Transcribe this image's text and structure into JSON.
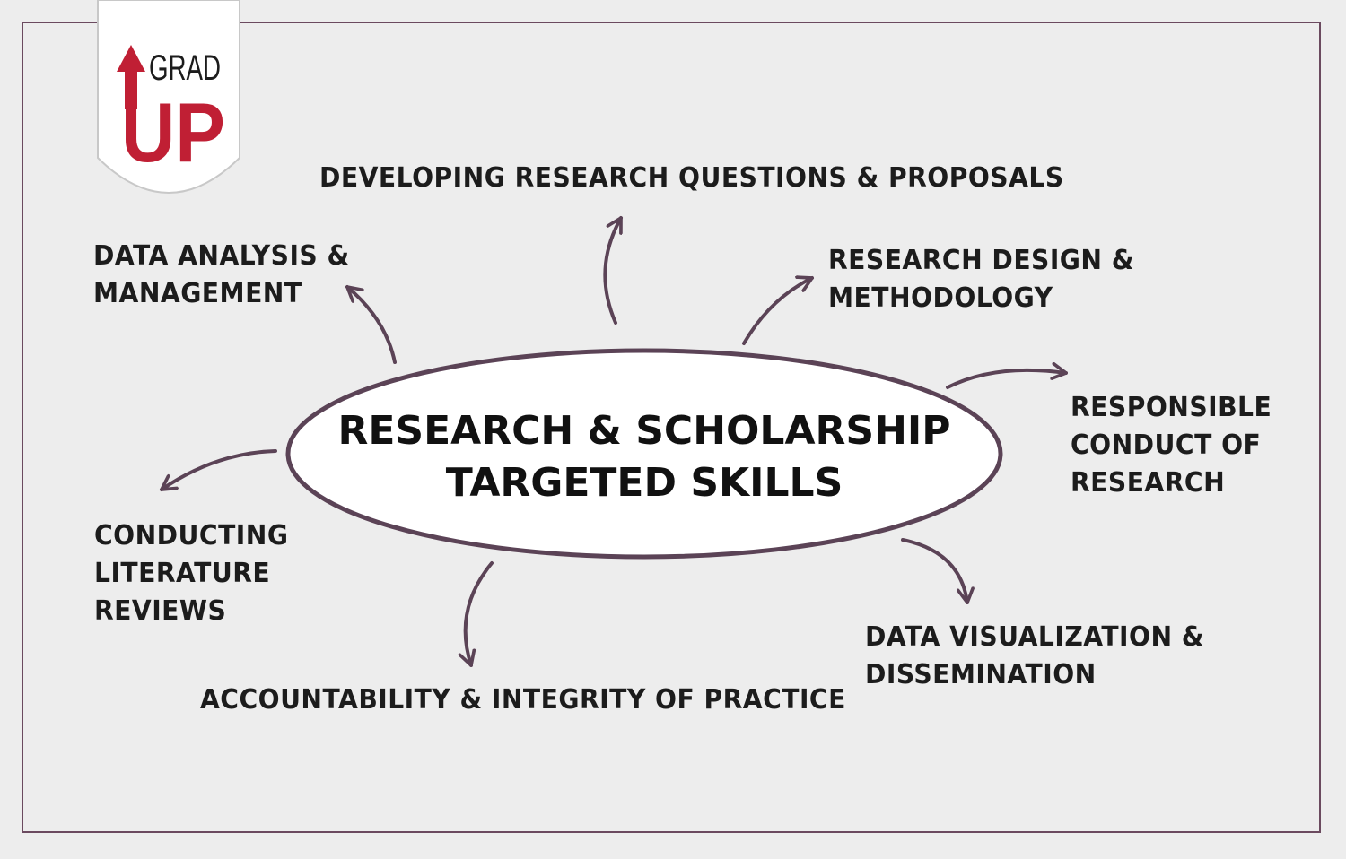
{
  "logo": {
    "top_text": "GRAD",
    "bottom_text": "UP",
    "brand_red": "#c01f34",
    "shield_fill": "#ffffff",
    "shield_border": "#c8c8c8"
  },
  "colors": {
    "background": "#ededed",
    "frame": "#6b4a5f",
    "arrow": "#5b4356",
    "text": "#1c1c1c"
  },
  "center": {
    "line1": "RESEARCH & SCHOLARSHIP",
    "line2": "TARGETED SKILLS"
  },
  "skills": {
    "developing": {
      "line1": "DEVELOPING RESEARCH QUESTIONS & PROPOSALS"
    },
    "design": {
      "line1": "RESEARCH DESIGN &",
      "line2": "METHODOLOGY"
    },
    "responsible": {
      "line1": "RESPONSIBLE",
      "line2": "CONDUCT OF",
      "line3": "RESEARCH"
    },
    "visualization": {
      "line1": "DATA VISUALIZATION &",
      "line2": "DISSEMINATION"
    },
    "accountability": {
      "line1": "ACCOUNTABILITY & INTEGRITY OF PRACTICE"
    },
    "literature": {
      "line1": "CONDUCTING",
      "line2": "LITERATURE",
      "line3": "REVIEWS"
    },
    "analysis": {
      "line1": "DATA ANALYSIS &",
      "line2": "MANAGEMENT"
    }
  }
}
